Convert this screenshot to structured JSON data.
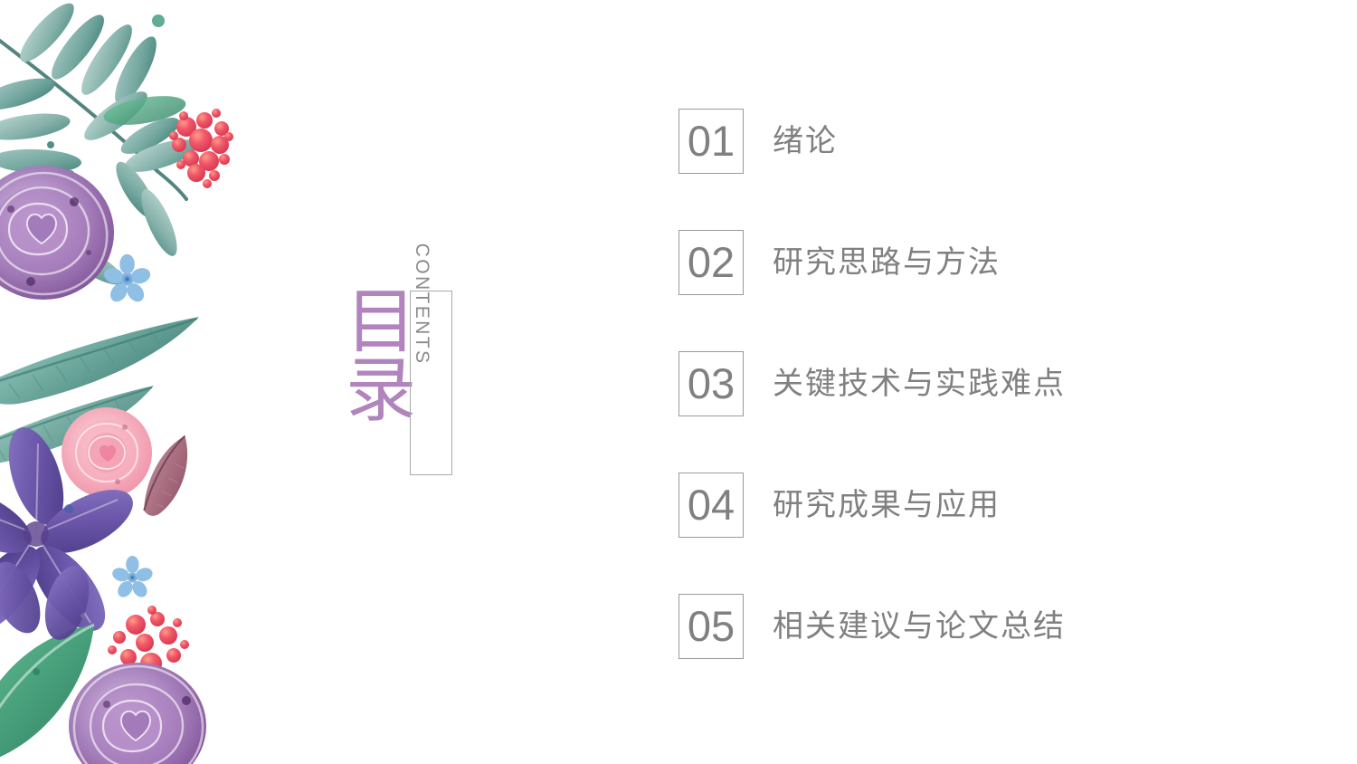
{
  "slide": {
    "background_color": "#ffffff",
    "accent_color": "#b184bd",
    "text_color": "#808080",
    "border_color": "#9a9a9a"
  },
  "title": {
    "cn": "目\n录",
    "en": "CONTENTS"
  },
  "contents": {
    "items": [
      {
        "number": "01",
        "label": "绪论"
      },
      {
        "number": "02",
        "label": "研究思路与方法"
      },
      {
        "number": "03",
        "label": "关键技术与实践难点"
      },
      {
        "number": "04",
        "label": "研究成果与应用"
      },
      {
        "number": "05",
        "label": "相关建议与论文总结"
      }
    ]
  },
  "decoration": {
    "name": "watercolor-floral-border",
    "colors": {
      "fern_green": "#7aa8a0",
      "fern_dark": "#3f7d73",
      "leaf_green": "#3e9e78",
      "berry_red": "#e8485f",
      "berry_light": "#f4726c",
      "rose_purple": "#9a6fae",
      "rose_purple_light": "#c6a8d4",
      "rose_pink": "#f2a7b8",
      "star_purple": "#6a57a8",
      "blue_flower": "#7fb2dd",
      "feather_mauve": "#a5697c",
      "banana_leaf": "#8fc0b8"
    }
  }
}
